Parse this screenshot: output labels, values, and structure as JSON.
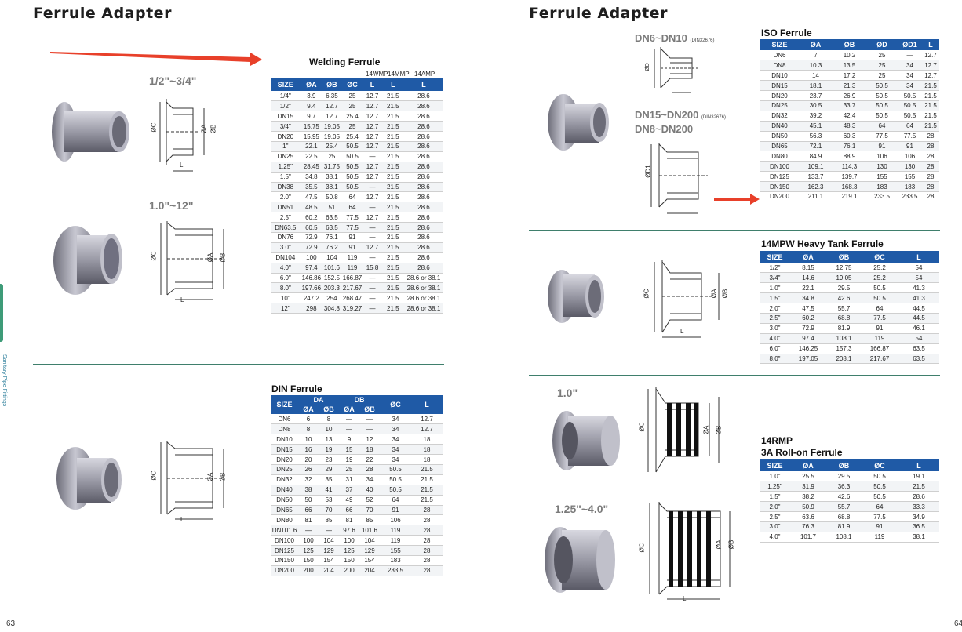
{
  "left_page": {
    "title": "Ferrule Adapter",
    "page_number": "63",
    "side_label": "Sanitary Pipe Fittings",
    "welding": {
      "title": "Welding Ferrule",
      "size_ranges": [
        "1/2\"~3/4\"",
        "1.0\"~12\""
      ],
      "subheaders": [
        "14WMP",
        "14MMP",
        "14AMP"
      ],
      "columns": [
        "SIZE",
        "ØA",
        "ØB",
        "ØC",
        "L",
        "L",
        "L"
      ],
      "rows": [
        [
          "1/4\"",
          "3.9",
          "6.35",
          "25",
          "12.7",
          "21.5",
          "28.6"
        ],
        [
          "1/2\"",
          "9.4",
          "12.7",
          "25",
          "12.7",
          "21.5",
          "28.6"
        ],
        [
          "DN15",
          "9.7",
          "12.7",
          "25.4",
          "12.7",
          "21.5",
          "28.6"
        ],
        [
          "3/4\"",
          "15.75",
          "19.05",
          "25",
          "12.7",
          "21.5",
          "28.6"
        ],
        [
          "DN20",
          "15.95",
          "19.05",
          "25.4",
          "12.7",
          "21.5",
          "28.6"
        ],
        [
          "1\"",
          "22.1",
          "25.4",
          "50.5",
          "12.7",
          "21.5",
          "28.6"
        ],
        [
          "DN25",
          "22.5",
          "25",
          "50.5",
          "—",
          "21.5",
          "28.6"
        ],
        [
          "1.25\"",
          "28.45",
          "31.75",
          "50.5",
          "12.7",
          "21.5",
          "28.6"
        ],
        [
          "1.5\"",
          "34.8",
          "38.1",
          "50.5",
          "12.7",
          "21.5",
          "28.6"
        ],
        [
          "DN38",
          "35.5",
          "38.1",
          "50.5",
          "—",
          "21.5",
          "28.6"
        ],
        [
          "2.0\"",
          "47.5",
          "50.8",
          "64",
          "12.7",
          "21.5",
          "28.6"
        ],
        [
          "DN51",
          "48.5",
          "51",
          "64",
          "—",
          "21.5",
          "28.6"
        ],
        [
          "2.5\"",
          "60.2",
          "63.5",
          "77.5",
          "12.7",
          "21.5",
          "28.6"
        ],
        [
          "DN63.5",
          "60.5",
          "63.5",
          "77.5",
          "—",
          "21.5",
          "28.6"
        ],
        [
          "DN76",
          "72.9",
          "76.1",
          "91",
          "—",
          "21.5",
          "28.6"
        ],
        [
          "3.0\"",
          "72.9",
          "76.2",
          "91",
          "12.7",
          "21.5",
          "28.6"
        ],
        [
          "DN104",
          "100",
          "104",
          "119",
          "—",
          "21.5",
          "28.6"
        ],
        [
          "4.0\"",
          "97.4",
          "101.6",
          "119",
          "15.8",
          "21.5",
          "28.6"
        ],
        [
          "6.0\"",
          "146.86",
          "152.5",
          "166.87",
          "—",
          "21.5",
          "28.6 or 38.1"
        ],
        [
          "8.0\"",
          "197.66",
          "203.3",
          "217.67",
          "—",
          "21.5",
          "28.6 or 38.1"
        ],
        [
          "10\"",
          "247.2",
          "254",
          "268.47",
          "—",
          "21.5",
          "28.6 or 38.1"
        ],
        [
          "12\"",
          "298",
          "304.8",
          "319.27",
          "—",
          "21.5",
          "28.6 or 38.1"
        ]
      ]
    },
    "din": {
      "title": "DIN Ferrule",
      "group_headers": [
        "DA",
        "DB"
      ],
      "columns": [
        "SIZE",
        "ØA",
        "ØB",
        "ØA",
        "ØB",
        "ØC",
        "L"
      ],
      "rows": [
        [
          "DN6",
          "6",
          "8",
          "—",
          "—",
          "34",
          "12.7"
        ],
        [
          "DN8",
          "8",
          "10",
          "—",
          "—",
          "34",
          "12.7"
        ],
        [
          "DN10",
          "10",
          "13",
          "9",
          "12",
          "34",
          "18"
        ],
        [
          "DN15",
          "16",
          "19",
          "15",
          "18",
          "34",
          "18"
        ],
        [
          "DN20",
          "20",
          "23",
          "19",
          "22",
          "34",
          "18"
        ],
        [
          "DN25",
          "26",
          "29",
          "25",
          "28",
          "50.5",
          "21.5"
        ],
        [
          "DN32",
          "32",
          "35",
          "31",
          "34",
          "50.5",
          "21.5"
        ],
        [
          "DN40",
          "38",
          "41",
          "37",
          "40",
          "50.5",
          "21.5"
        ],
        [
          "DN50",
          "50",
          "53",
          "49",
          "52",
          "64",
          "21.5"
        ],
        [
          "DN65",
          "66",
          "70",
          "66",
          "70",
          "91",
          "28"
        ],
        [
          "DN80",
          "81",
          "85",
          "81",
          "85",
          "106",
          "28"
        ],
        [
          "DN101.6",
          "—",
          "—",
          "97.6",
          "101.6",
          "119",
          "28"
        ],
        [
          "DN100",
          "100",
          "104",
          "100",
          "104",
          "119",
          "28"
        ],
        [
          "DN125",
          "125",
          "129",
          "125",
          "129",
          "155",
          "28"
        ],
        [
          "DN150",
          "150",
          "154",
          "150",
          "154",
          "183",
          "28"
        ],
        [
          "DN200",
          "200",
          "204",
          "200",
          "204",
          "233.5",
          "28"
        ]
      ]
    },
    "drawing_labels": {
      "c": "ØC",
      "a": "ØA",
      "b": "ØB",
      "l": "L"
    }
  },
  "right_page": {
    "title": "Ferrule Adapter",
    "page_number": "64",
    "iso": {
      "title": "ISO Ferrule",
      "size_label_1": "DN6~DN10",
      "size_label_1_note": "(DIN32676)",
      "size_label_2": "DN15~DN200",
      "size_label_2_note": "(DIN32676)",
      "size_label_3": "DN8~DN200",
      "columns": [
        "SIZE",
        "ØA",
        "ØB",
        "ØD",
        "ØD1",
        "L"
      ],
      "rows": [
        [
          "DN6",
          "7",
          "10.2",
          "25",
          "—",
          "12.7"
        ],
        [
          "DN8",
          "10.3",
          "13.5",
          "25",
          "34",
          "12.7"
        ],
        [
          "DN10",
          "14",
          "17.2",
          "25",
          "34",
          "12.7"
        ],
        [
          "DN15",
          "18.1",
          "21.3",
          "50.5",
          "34",
          "21.5"
        ],
        [
          "DN20",
          "23.7",
          "26.9",
          "50.5",
          "50.5",
          "21.5"
        ],
        [
          "DN25",
          "30.5",
          "33.7",
          "50.5",
          "50.5",
          "21.5"
        ],
        [
          "DN32",
          "39.2",
          "42.4",
          "50.5",
          "50.5",
          "21.5"
        ],
        [
          "DN40",
          "45.1",
          "48.3",
          "64",
          "64",
          "21.5"
        ],
        [
          "DN50",
          "56.3",
          "60.3",
          "77.5",
          "77.5",
          "28"
        ],
        [
          "DN65",
          "72.1",
          "76.1",
          "91",
          "91",
          "28"
        ],
        [
          "DN80",
          "84.9",
          "88.9",
          "106",
          "106",
          "28"
        ],
        [
          "DN100",
          "109.1",
          "114.3",
          "130",
          "130",
          "28"
        ],
        [
          "DN125",
          "133.7",
          "139.7",
          "155",
          "155",
          "28"
        ],
        [
          "DN150",
          "162.3",
          "168.3",
          "183",
          "183",
          "28"
        ],
        [
          "DN200",
          "211.1",
          "219.1",
          "233.5",
          "233.5",
          "28"
        ]
      ]
    },
    "heavy": {
      "title": "14MPW Heavy Tank Ferrule",
      "columns": [
        "SIZE",
        "ØA",
        "ØB",
        "ØC",
        "L"
      ],
      "rows": [
        [
          "1/2\"",
          "8.15",
          "12.75",
          "25.2",
          "54"
        ],
        [
          "3/4\"",
          "14.6",
          "19.05",
          "25.2",
          "54"
        ],
        [
          "1.0\"",
          "22.1",
          "29.5",
          "50.5",
          "41.3"
        ],
        [
          "1.5\"",
          "34.8",
          "42.6",
          "50.5",
          "41.3"
        ],
        [
          "2.0\"",
          "47.5",
          "55.7",
          "64",
          "44.5"
        ],
        [
          "2.5\"",
          "60.2",
          "68.8",
          "77.5",
          "44.5"
        ],
        [
          "3.0\"",
          "72.9",
          "81.9",
          "91",
          "46.1"
        ],
        [
          "4.0\"",
          "97.4",
          "108.1",
          "119",
          "54"
        ],
        [
          "6.0\"",
          "146.25",
          "157.3",
          "166.87",
          "63.5"
        ],
        [
          "8.0\"",
          "197.05",
          "208.1",
          "217.67",
          "63.5"
        ]
      ]
    },
    "rollon": {
      "title_line1": "14RMP",
      "title_line2": "3A Roll-on Ferrule",
      "size_ranges": [
        "1.0\"",
        "1.25\"~4.0\""
      ],
      "columns": [
        "SIZE",
        "ØA",
        "ØB",
        "ØC",
        "L"
      ],
      "rows": [
        [
          "1.0\"",
          "25.5",
          "29.5",
          "50.5",
          "19.1"
        ],
        [
          "1.25\"",
          "31.9",
          "36.3",
          "50.5",
          "21.5"
        ],
        [
          "1.5\"",
          "38.2",
          "42.6",
          "50.5",
          "28.6"
        ],
        [
          "2.0\"",
          "50.9",
          "55.7",
          "64",
          "33.3"
        ],
        [
          "2.5\"",
          "63.6",
          "68.8",
          "77.5",
          "34.9"
        ],
        [
          "3.0\"",
          "76.3",
          "81.9",
          "91",
          "36.5"
        ],
        [
          "4.0\"",
          "101.7",
          "108.1",
          "119",
          "38.1"
        ]
      ]
    },
    "drawing_labels": {
      "c": "ØC",
      "a": "ØA",
      "b": "ØB",
      "d": "ØD",
      "d1": "ØD1",
      "l": "L"
    }
  },
  "colors": {
    "table_header": "#1f5aa6",
    "arrow": "#e8402a",
    "separator": "#3f7f6c",
    "side_tab": "#3e9b78"
  }
}
